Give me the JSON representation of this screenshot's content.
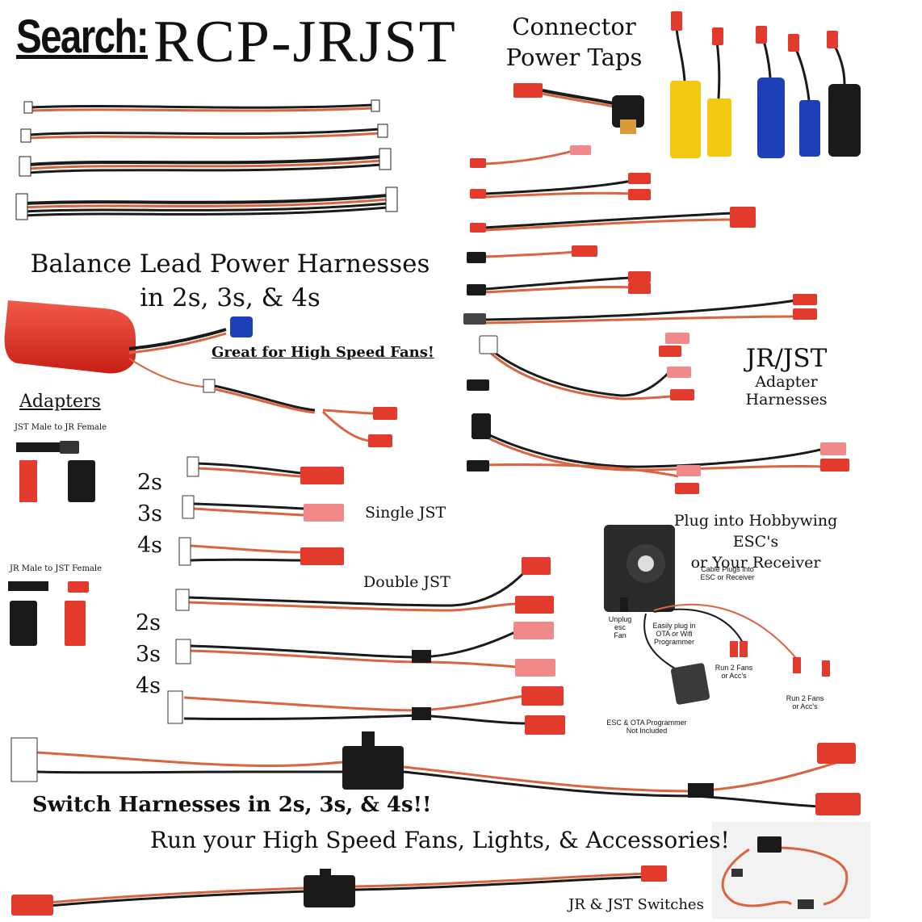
{
  "title": {
    "search_label": "Search:",
    "search_term": "RCP-JRJST"
  },
  "sections": {
    "connector_power_taps": [
      "Connector",
      "Power Taps"
    ],
    "balance_lead": [
      "Balance Lead Power Harnesses",
      "in 2s, 3s, & 4s"
    ],
    "great_for_fans": "Great for High Speed Fans!",
    "jr_jst": [
      "JR/JST",
      "Adapter Harnesses"
    ],
    "adapters": "Adapters",
    "jst_male_jr_female": "JST Male to JR Female",
    "jr_male_jst_female": "JR Male to JST Female",
    "single_jst": "Single JST",
    "double_jst": "Double JST",
    "cell_counts_single": [
      "2s",
      "3s",
      "4s"
    ],
    "cell_counts_double": [
      "2s",
      "3s",
      "4s"
    ],
    "hobbywing": [
      "Plug into Hobbywing ESC's",
      "or Your Receiver"
    ],
    "switch_harnesses": "Switch Harnesses in 2s, 3s, & 4s!!",
    "run_fans": "Run your High Speed Fans, Lights, & Accessories!",
    "jr_jst_switches": "JR & JST Switches"
  },
  "esc_diagram_labels": {
    "cable_plugs": [
      "Cable Plugs into",
      "ESC or Receiver"
    ],
    "unplug_fan": [
      "Unplug",
      "esc",
      "Fan"
    ],
    "easily_plug": [
      "Easily plug in",
      "OTA or Wifi",
      "Programmer"
    ],
    "run_fans_1": [
      "Run 2 Fans",
      "or Acc's"
    ],
    "run_fans_2": [
      "Run 2 Fans",
      "or Acc's"
    ],
    "not_included": [
      "ESC & OTA Programmer",
      "Not Included"
    ]
  },
  "colors": {
    "wire_red": "#d9643f",
    "wire_black": "#1a1a1a",
    "jst_red": "#e23a2c",
    "jst_pink": "#f08a8a",
    "xt60_yellow": "#f2c811",
    "ec_blue": "#1d3fb8"
  }
}
